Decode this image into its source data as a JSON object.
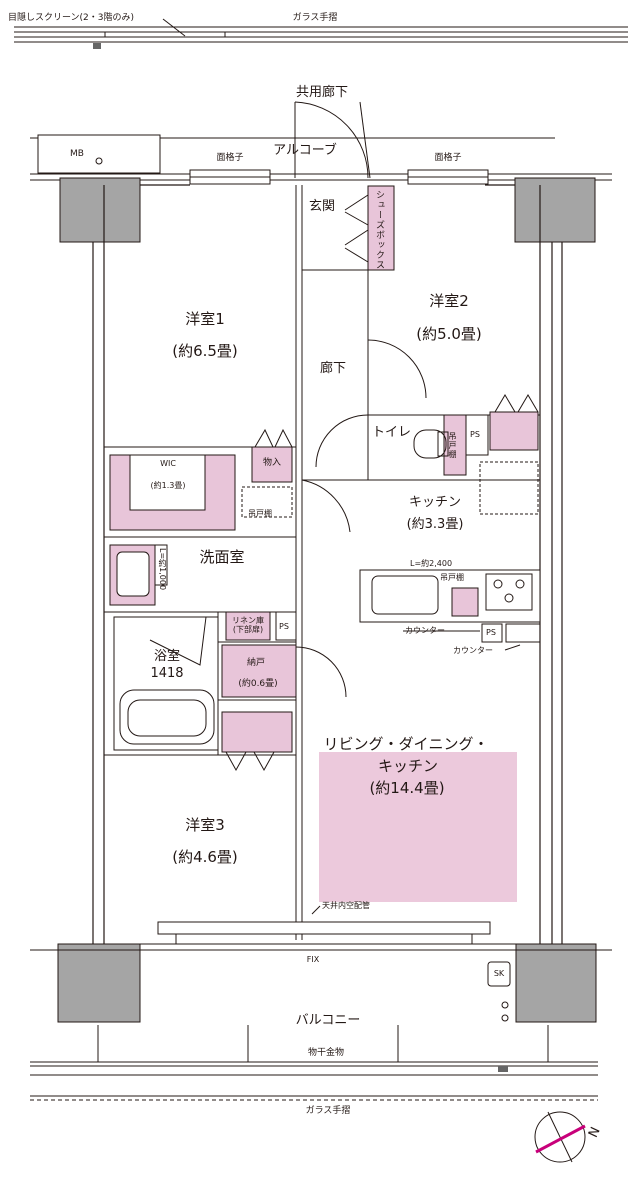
{
  "top": {
    "screen_note": "目隠しスクリーン(2・3階のみ)",
    "glass_rail": "ガラス手摺",
    "corridor": "共用廊下",
    "alcove": "アルコーブ",
    "mb": "MB",
    "window_grille_left": "面格子",
    "window_grille_right": "面格子"
  },
  "rooms": {
    "entrance": "玄関",
    "shoebox": "シューズボックス",
    "western1_name": "洋室1",
    "western1_size": "(約6.5畳)",
    "western2_name": "洋室2",
    "western2_size": "(約5.0畳)",
    "hallway": "廊下",
    "toilet": "トイレ",
    "ps1": "PS",
    "toilet_cabinet": "吊戸棚",
    "wic_name": "WIC",
    "wic_size": "(約1.3畳)",
    "storage": "物入",
    "wic_cabinet": "吊戸棚",
    "kitchen_name": "キッチン",
    "kitchen_size": "(約3.3畳)",
    "washroom": "洗面室",
    "washroom_dim": "L=約1,000",
    "kitchen_dim": "L=約2,400",
    "kitchen_cabinet": "吊戸棚",
    "counter1": "カウンター",
    "ps2": "PS",
    "counter2": "カウンター",
    "linen": "リネン庫\n(下部扉)",
    "ps3": "PS",
    "bath_name": "浴室",
    "bath_size": "1418",
    "closet_name": "納戸",
    "closet_size": "(約0.6畳)",
    "ldk_line1": "リビング・ダイニング・",
    "ldk_line2": "キッチン",
    "ldk_size": "(約14.4畳)",
    "western3_name": "洋室3",
    "western3_size": "(約4.6畳)",
    "ceiling_pipe": "天井内空配管",
    "fix": "FIX",
    "sk": "SK"
  },
  "bottom": {
    "balcony": "バルコニー",
    "drying_hardware": "物干金物",
    "glass_rail": "ガラス手摺",
    "compass": "N"
  },
  "colors": {
    "line": "#231815",
    "pink_fill": "#e8c5d9",
    "ldk_fill": "#ecc9dc",
    "wall_gray": "#a5a5a5",
    "compass_accent": "#c8007a"
  }
}
